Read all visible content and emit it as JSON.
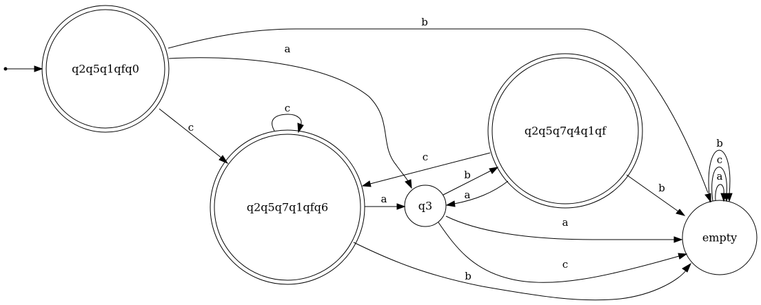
{
  "automaton": {
    "states": [
      {
        "id": "q2q5q1qfq0",
        "label": "q2q5q1qfq0",
        "accepting": true,
        "initial": true
      },
      {
        "id": "q2q5q7q1qfq6",
        "label": "q2q5q7q1qfq6",
        "accepting": true,
        "initial": false
      },
      {
        "id": "q3",
        "label": "q3",
        "accepting": false,
        "initial": false
      },
      {
        "id": "q2q5q7q4q1qf",
        "label": "q2q5q7q4q1qf",
        "accepting": true,
        "initial": false
      },
      {
        "id": "empty",
        "label": "empty",
        "accepting": false,
        "initial": false
      }
    ],
    "transitions": [
      {
        "id": "t1",
        "from": "q2q5q1qfq0",
        "to": "empty",
        "symbol": "b"
      },
      {
        "id": "t2",
        "from": "q2q5q1qfq0",
        "to": "q3",
        "symbol": "a"
      },
      {
        "id": "t3",
        "from": "q2q5q1qfq0",
        "to": "q2q5q7q1qfq6",
        "symbol": "c"
      },
      {
        "id": "t4",
        "from": "q2q5q7q1qfq6",
        "to": "q2q5q7q1qfq6",
        "symbol": "c"
      },
      {
        "id": "t5",
        "from": "q2q5q7q1qfq6",
        "to": "q3",
        "symbol": "a"
      },
      {
        "id": "t6",
        "from": "q2q5q7q1qfq6",
        "to": "empty",
        "symbol": "b"
      },
      {
        "id": "t7",
        "from": "q2q5q7q4q1qf",
        "to": "q2q5q7q1qfq6",
        "symbol": "c"
      },
      {
        "id": "t8",
        "from": "q3",
        "to": "q2q5q7q4q1qf",
        "symbol": "b"
      },
      {
        "id": "t9",
        "from": "q2q5q7q4q1qf",
        "to": "q3",
        "symbol": "a"
      },
      {
        "id": "t10",
        "from": "q2q5q7q4q1qf",
        "to": "empty",
        "symbol": "b"
      },
      {
        "id": "t11",
        "from": "q3",
        "to": "empty",
        "symbol": "a"
      },
      {
        "id": "t12",
        "from": "q3",
        "to": "empty",
        "symbol": "c"
      },
      {
        "id": "t13",
        "from": "empty",
        "to": "empty",
        "symbol": "a"
      },
      {
        "id": "t14",
        "from": "empty",
        "to": "empty",
        "symbol": "c"
      },
      {
        "id": "t15",
        "from": "empty",
        "to": "empty",
        "symbol": "b"
      }
    ]
  }
}
